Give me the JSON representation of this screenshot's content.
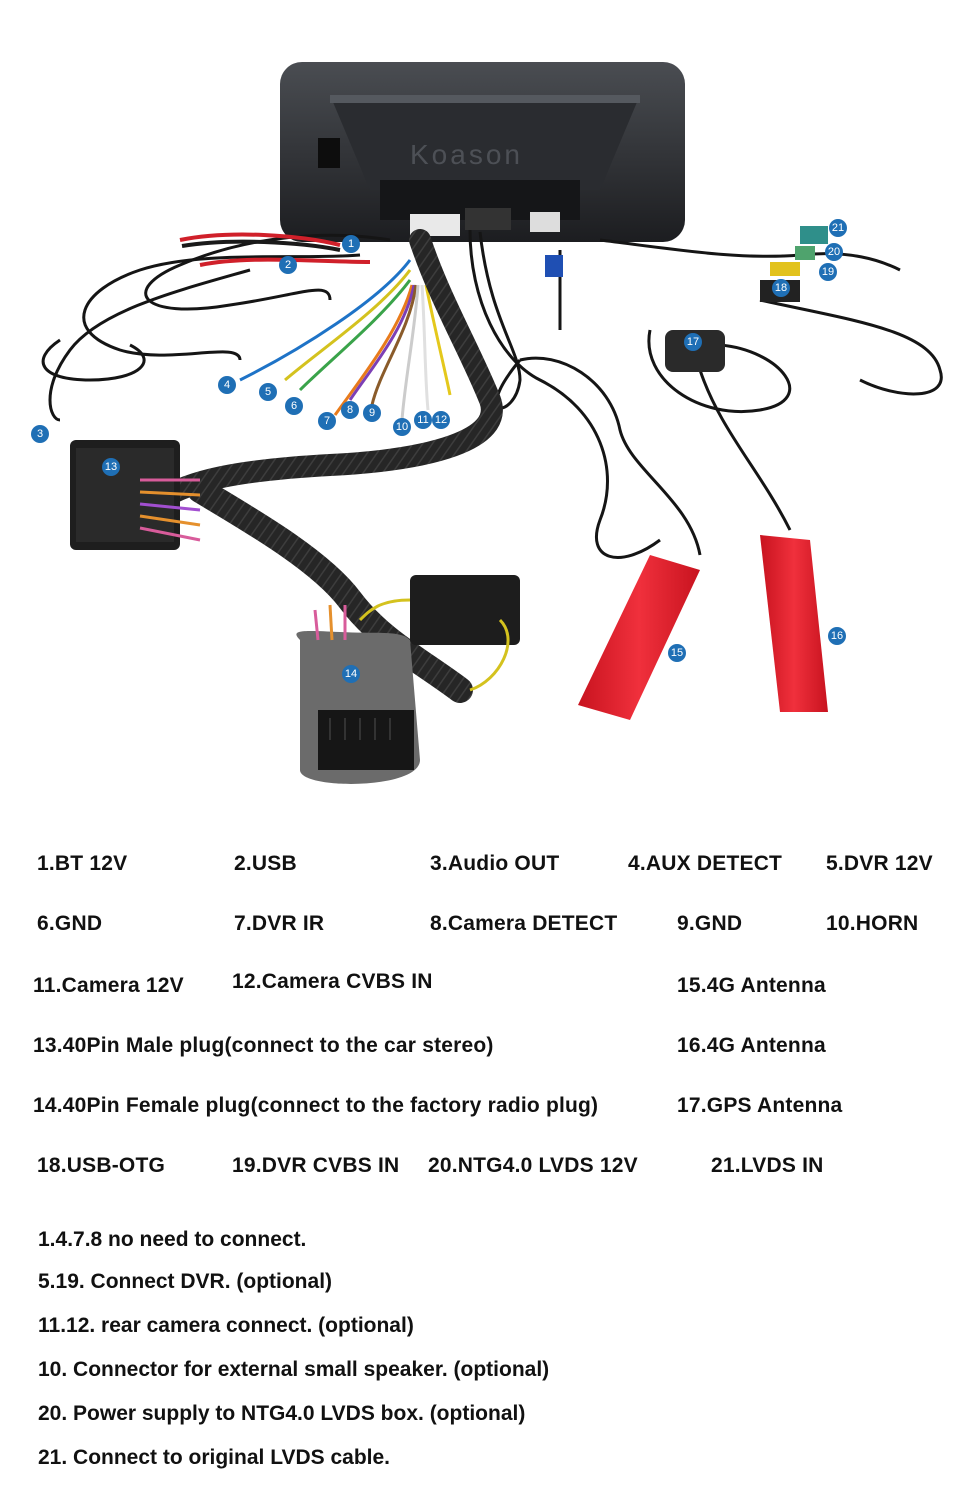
{
  "brand": "Koason",
  "badges": [
    "1",
    "2",
    "3",
    "4",
    "5",
    "6",
    "7",
    "8",
    "9",
    "10",
    "11",
    "12",
    "13",
    "14",
    "15",
    "16",
    "17",
    "18",
    "19",
    "20",
    "21"
  ],
  "legend": [
    "1.BT 12V",
    "2.USB",
    "3.Audio OUT",
    "4.AUX DETECT",
    "5.DVR 12V",
    "6.GND",
    "7.DVR IR",
    "8.Camera DETECT",
    "9.GND",
    "10.HORN",
    "11.Camera 12V",
    "12.Camera CVBS IN",
    "15.4G Antenna",
    "13.40Pin Male plug(connect to the car stereo)",
    "16.4G Antenna",
    "14.40Pin Female plug(connect to the factory radio plug)",
    "17.GPS Antenna",
    "18.USB-OTG",
    "19.DVR CVBS IN",
    "20.NTG4.0 LVDS 12V",
    "21.LVDS IN"
  ],
  "notes": [
    "1.4.7.8 no need to connect.",
    "5.19. Connect DVR.  (optional)",
    "11.12. rear camera connect.  (optional)",
    "10. Connector for external small speaker.  (optional)",
    "20. Power supply to NTG4.0 LVDS box.  (optional)",
    "21. Connect to original LVDS cable."
  ],
  "colors": {
    "badge": "#1f6fb5",
    "antenna": "#e01c2a",
    "cable": "#1a1a1a",
    "harness": "#2b2b2b"
  }
}
